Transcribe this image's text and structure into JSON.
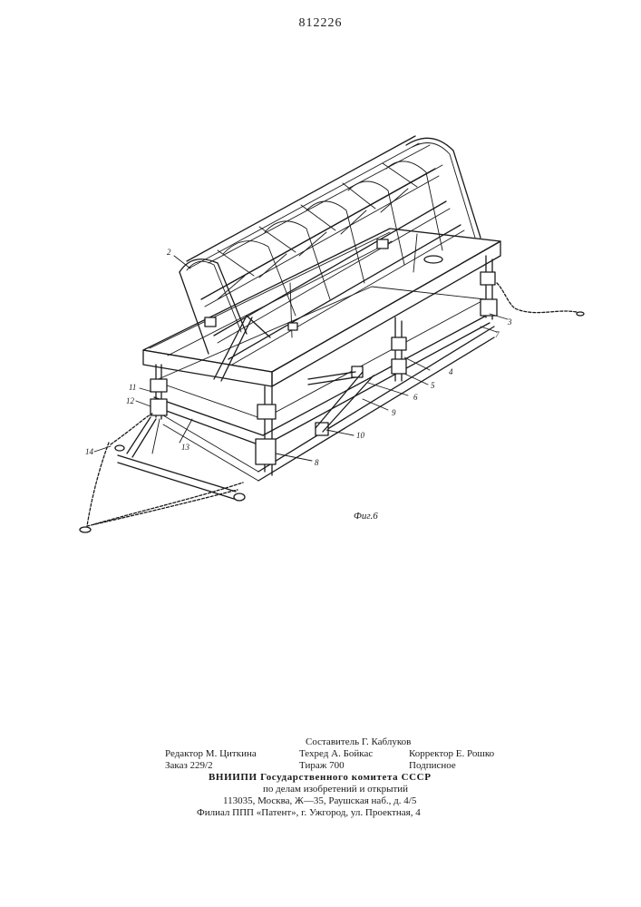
{
  "document": {
    "page_number": "812226",
    "figure_caption": "Фиг.6",
    "part_labels": [
      "2",
      "3",
      "7",
      "4",
      "5",
      "6",
      "9",
      "10",
      "8",
      "11",
      "12",
      "13",
      "14"
    ]
  },
  "imprint": {
    "compiler": "Составитель Г. Каблуков",
    "editor": "Редактор М. Циткина",
    "techred": "Техред А. Бойкас",
    "corrector": "Корректор Е. Рошко",
    "order": "Заказ 229/2",
    "circulation": "Тираж 700",
    "subscription": "Подписное",
    "institute": "ВНИИПИ Государственного комитета СССР",
    "affairs": "по делам изобретений и открытий",
    "address": "113035, Москва, Ж—35, Раушская наб., д. 4/5",
    "branch": "Филиал ППП «Патент», г. Ужгород, ул. Проектная, 4"
  }
}
